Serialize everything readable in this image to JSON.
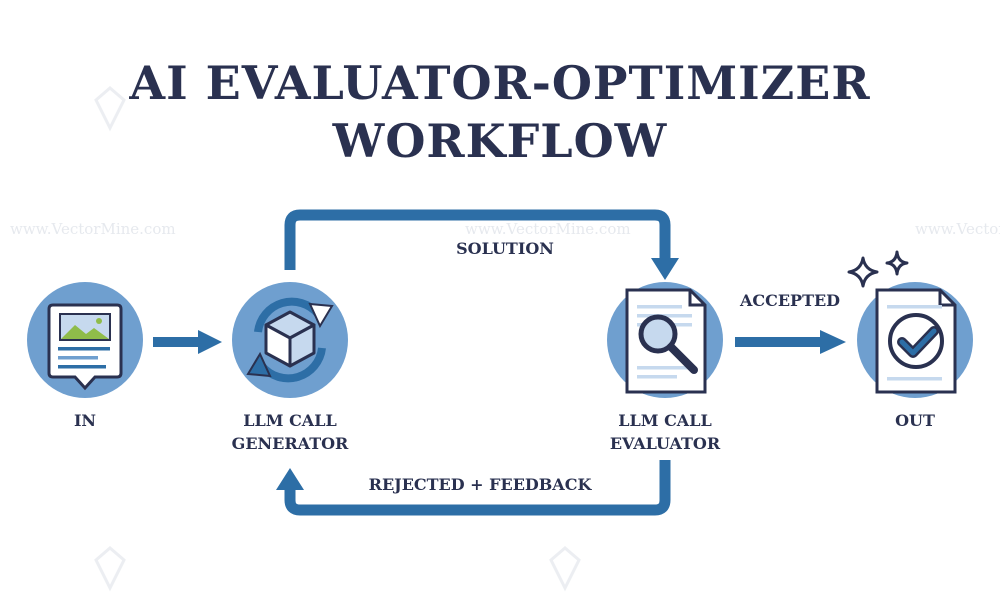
{
  "title": {
    "line1": "AI EVALUATOR-OPTIMIZER",
    "line2": "WORKFLOW"
  },
  "nodes": {
    "in": {
      "label": "IN"
    },
    "generator": {
      "line1": "LLM CALL",
      "line2": "GENERATOR"
    },
    "evaluator": {
      "line1": "LLM CALL",
      "line2": "EVALUATOR"
    },
    "out": {
      "label": "OUT"
    }
  },
  "edges": {
    "solution": "SOLUTION",
    "accepted": "ACCEPTED",
    "rejected": "REJECTED + FEEDBACK"
  },
  "watermark": "www.VectorMine.com",
  "colors": {
    "navy": "#2a3150",
    "blue": "#2d6ea6",
    "circle": "#6f9fcf",
    "light": "#c6d9ee",
    "green": "#8fbc4a"
  }
}
